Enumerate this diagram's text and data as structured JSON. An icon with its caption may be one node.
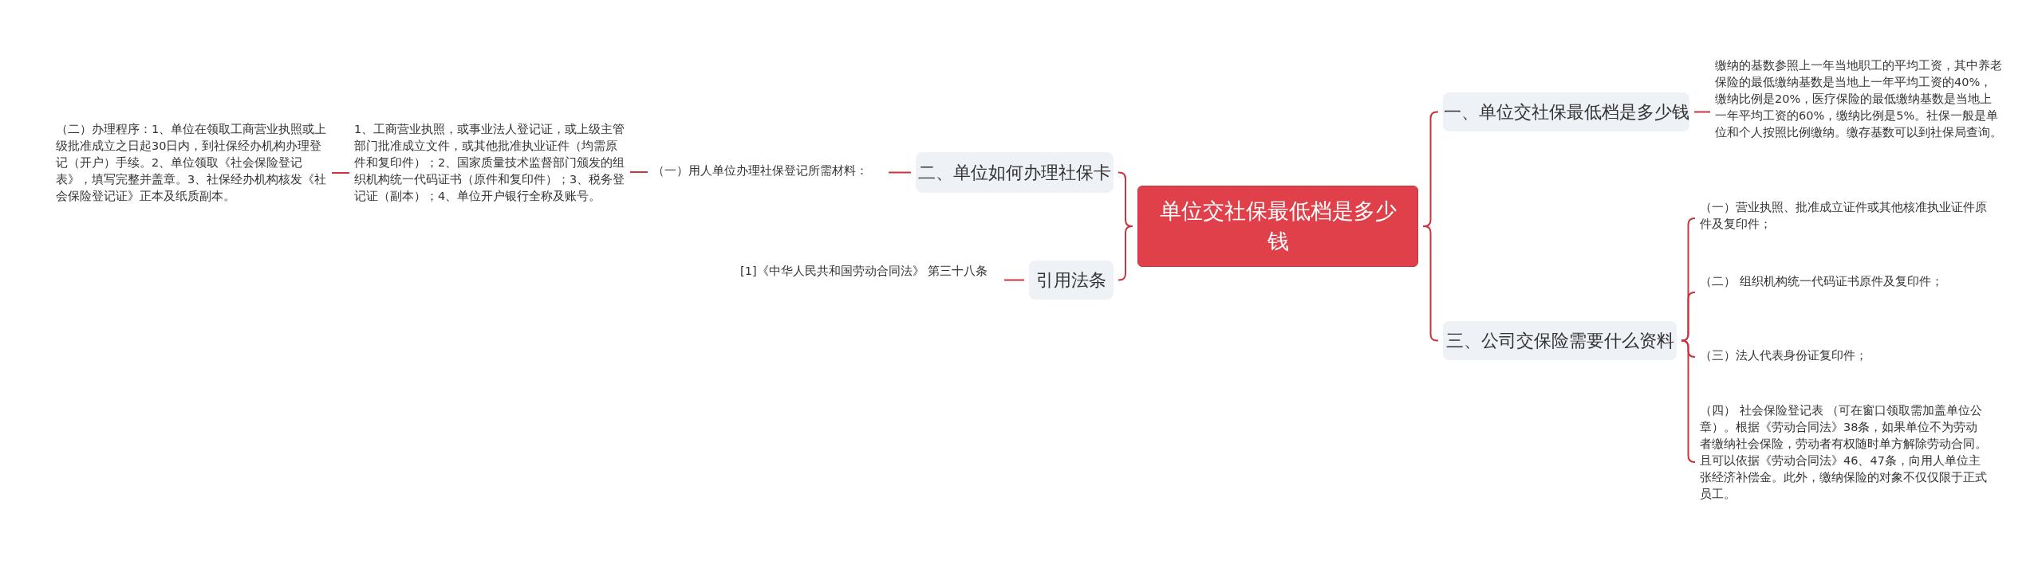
{
  "diagram": {
    "nodes": [
      {
        "text": [
          "单位交社保最低档是多少钱"
        ]
      },
      {
        "text": [
          "一、单位交社保最低档是多少钱"
        ]
      },
      {
        "text": [
          "缴纳的基数参照上一年当地职工的平均工资，其中养老保险的最低缴纳基数是当地上一年平均工资的40%，缴纳比例是20%，医疗保险的最低缴纳基数是当地上一年平均工资的60%，缴纳比例是5%。社保一般是单位和个人按照比例缴纳。缴存基数可以到社保局查询。"
        ]
      },
      {
        "text": [
          "三、公司交保险需要什么资料"
        ]
      },
      {
        "text": [
          "（一）营业执照、批准成立证件或其他核准执业证件原件及复印件；"
        ]
      },
      {
        "text": [
          "（二） 组织机构统一代码证书原件及复印件；"
        ]
      },
      {
        "text": [
          "（三）法人代表身份证复印件；"
        ]
      },
      {
        "text": [
          "（四） 社会保险登记表 （可在窗口领取需加盖单位公章）。根据《劳动合同法》38条，如果单位不为劳动者缴纳社会保险，劳动者有权随时单方解除劳动合同。且可以依据《劳动合同法》46、47条，向用人单位主张经济补偿金。此外，缴纳保险的对象不仅仅限于正式员工。"
        ]
      },
      {
        "text": [
          "二、单位如何办理社保卡"
        ]
      },
      {
        "text": [
          "（一）用人单位办理社保登记所需材料："
        ]
      },
      {
        "text": [
          "1、工商营业执照，或事业法人登记证，或上级主管部门批准成立文件，或其他批准执业证件（均需原件和复印件）；2、国家质量技术监督部门颁发的组织机构统一代码证书（原件和复印件）；3、税务登记证（副本）；4、单位开户银行全称及账号。"
        ]
      },
      {
        "text": [
          "（二）办理程序：1、单位在领取工商营业执照或上级批准成立之日起30日内，到社保经办机构办理登记（开户）手续。2、单位领取《社会保险登记表》，填写完整并盖章。3、社保经办机构核发《社会保险登记证》正本及纸质副本。"
        ]
      },
      {
        "text": [
          "引用法条"
        ]
      },
      {
        "text": [
          "[1]《中华人民共和国劳动合同法》 第三十八条"
        ]
      }
    ],
    "edges": [
      {
        "from": 0,
        "to": 1,
        "arrow": "none"
      },
      {
        "from": 1,
        "to": 2,
        "arrow": "none"
      },
      {
        "from": 0,
        "to": 3,
        "arrow": "none"
      },
      {
        "from": 3,
        "to": 4,
        "arrow": "none"
      },
      {
        "from": 3,
        "to": 5,
        "arrow": "none"
      },
      {
        "from": 3,
        "to": 6,
        "arrow": "none"
      },
      {
        "from": 3,
        "to": 7,
        "arrow": "none"
      },
      {
        "from": 0,
        "to": 8,
        "arrow": "none"
      },
      {
        "from": 8,
        "to": 9,
        "arrow": "none"
      },
      {
        "from": 9,
        "to": 10,
        "arrow": "none"
      },
      {
        "from": 10,
        "to": 11,
        "arrow": "none"
      },
      {
        "from": 0,
        "to": 12,
        "arrow": "none"
      },
      {
        "from": 12,
        "to": 13,
        "arrow": "none"
      }
    ]
  }
}
